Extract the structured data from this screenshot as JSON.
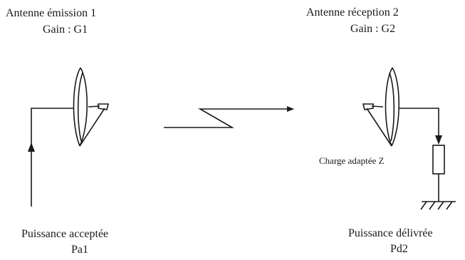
{
  "transmitter": {
    "title": "Antenne émission 1",
    "gain": "Gain : G1",
    "power_label": "Puissance acceptée",
    "power_symbol": "Pa1"
  },
  "receiver": {
    "title": "Antenne réception 2",
    "gain": "Gain : G2",
    "power_label": "Puissance délivrée",
    "power_symbol": "Pd2",
    "load_label": "Charge adaptée Z"
  },
  "colors": {
    "ink": "#1a1a1a",
    "background": "#ffffff"
  }
}
